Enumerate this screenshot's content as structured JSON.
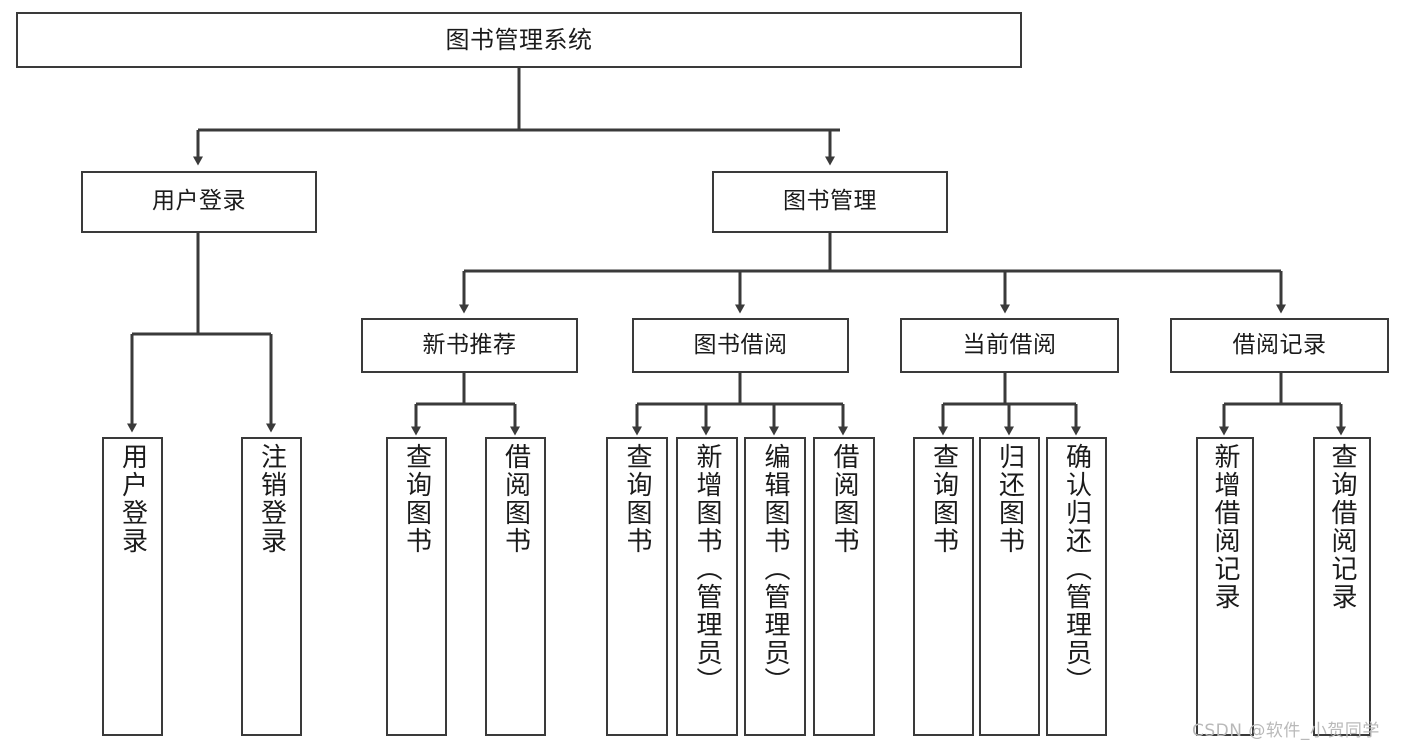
{
  "diagram": {
    "title": "图书管理系统",
    "type": "tree-hierarchy",
    "root": {
      "id": "root",
      "label": "图书管理系统"
    },
    "level2": [
      {
        "id": "user-login",
        "label": "用户登录"
      },
      {
        "id": "book-management",
        "label": "图书管理"
      }
    ],
    "level3": [
      {
        "id": "new-book-recommend",
        "label": "新书推荐"
      },
      {
        "id": "book-borrow",
        "label": "图书借阅"
      },
      {
        "id": "current-borrow",
        "label": "当前借阅"
      },
      {
        "id": "borrow-record",
        "label": "借阅记录"
      }
    ],
    "leaves": {
      "user-login": [
        {
          "id": "leaf-user-login",
          "label": "用户登录"
        },
        {
          "id": "leaf-logout-login",
          "label": "注销登录"
        }
      ],
      "new-book-recommend": [
        {
          "id": "leaf-query-book-1",
          "label": "查询图书"
        },
        {
          "id": "leaf-borrow-book-1",
          "label": "借阅图书"
        }
      ],
      "book-borrow": [
        {
          "id": "leaf-query-book-2",
          "label": "查询图书"
        },
        {
          "id": "leaf-add-book",
          "label": "新增图书（管理员）"
        },
        {
          "id": "leaf-edit-book",
          "label": "编辑图书（管理员）"
        },
        {
          "id": "leaf-borrow-book-2",
          "label": "借阅图书"
        }
      ],
      "current-borrow": [
        {
          "id": "leaf-query-book-3",
          "label": "查询图书"
        },
        {
          "id": "leaf-return-book",
          "label": "归还图书"
        },
        {
          "id": "leaf-confirm-return",
          "label": "确认归还（管理员）"
        }
      ],
      "borrow-record": [
        {
          "id": "leaf-add-record",
          "label": "新增借阅记录"
        },
        {
          "id": "leaf-query-record",
          "label": "查询借阅记录"
        }
      ]
    }
  },
  "watermark": {
    "text": "CSDN @软件_小贺同学"
  },
  "colors": {
    "stroke": "#3a3a3a",
    "box_fill": "#ffffff",
    "text": "#1b1b1b",
    "watermark": "#b9b9b9",
    "background": "#ffffff"
  }
}
